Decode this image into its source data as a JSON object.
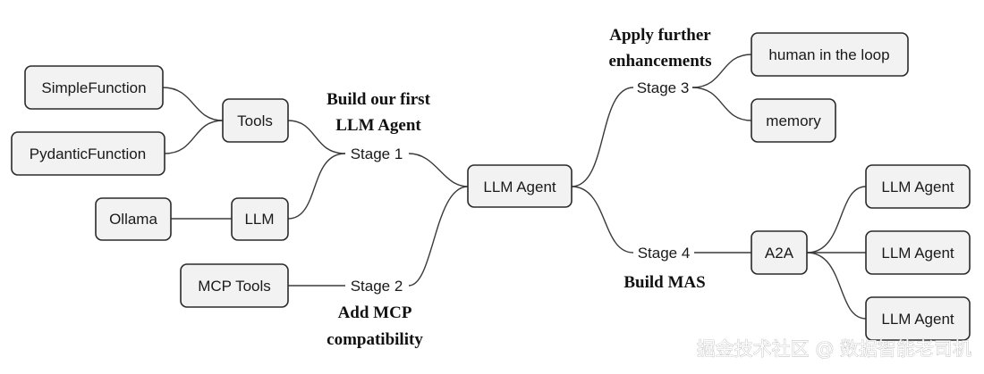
{
  "root": {
    "label": "LLM Agent"
  },
  "stages": {
    "stage1": {
      "label": "Stage 1",
      "caption": [
        "Build our first",
        "LLM Agent"
      ]
    },
    "stage2": {
      "label": "Stage 2",
      "caption": [
        "Add MCP",
        "compatibility"
      ]
    },
    "stage3": {
      "label": "Stage 3",
      "caption": [
        "Apply further",
        "enhancements"
      ]
    },
    "stage4": {
      "label": "Stage 4",
      "caption": [
        "Build MAS"
      ]
    }
  },
  "nodes": {
    "tools": "Tools",
    "simple_function": "SimpleFunction",
    "pydantic_function": "PydanticFunction",
    "llm": "LLM",
    "ollama": "Ollama",
    "mcp_tools": "MCP Tools",
    "human_in_the_loop": "human in the loop",
    "memory": "memory",
    "a2a": "A2A",
    "agent_1": "LLM Agent",
    "agent_2": "LLM Agent",
    "agent_3": "LLM Agent"
  },
  "watermark": "掘金技术社区 @ 数据智能老司机"
}
